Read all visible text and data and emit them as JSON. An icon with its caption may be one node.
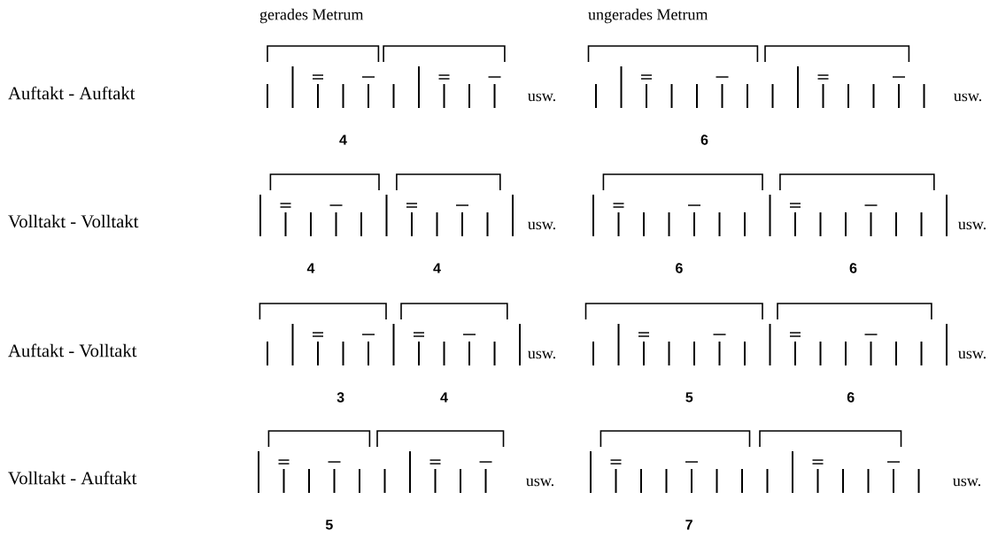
{
  "diagram": {
    "labels": [
      "gerades Metrum",
      "ungerades Metrum",
      "Auftakt - Auftakt",
      "usw.",
      "usw.",
      "4",
      "6",
      "Volltakt - Volltakt",
      "usw.",
      "usw.",
      "4",
      "4",
      "6",
      "6",
      "Auftakt - Volltakt",
      "usw.",
      "usw.",
      "3",
      "4",
      "5",
      "6",
      "Volltakt - Auftakt",
      "usw.",
      "usw.",
      "5",
      "7"
    ]
  }
}
